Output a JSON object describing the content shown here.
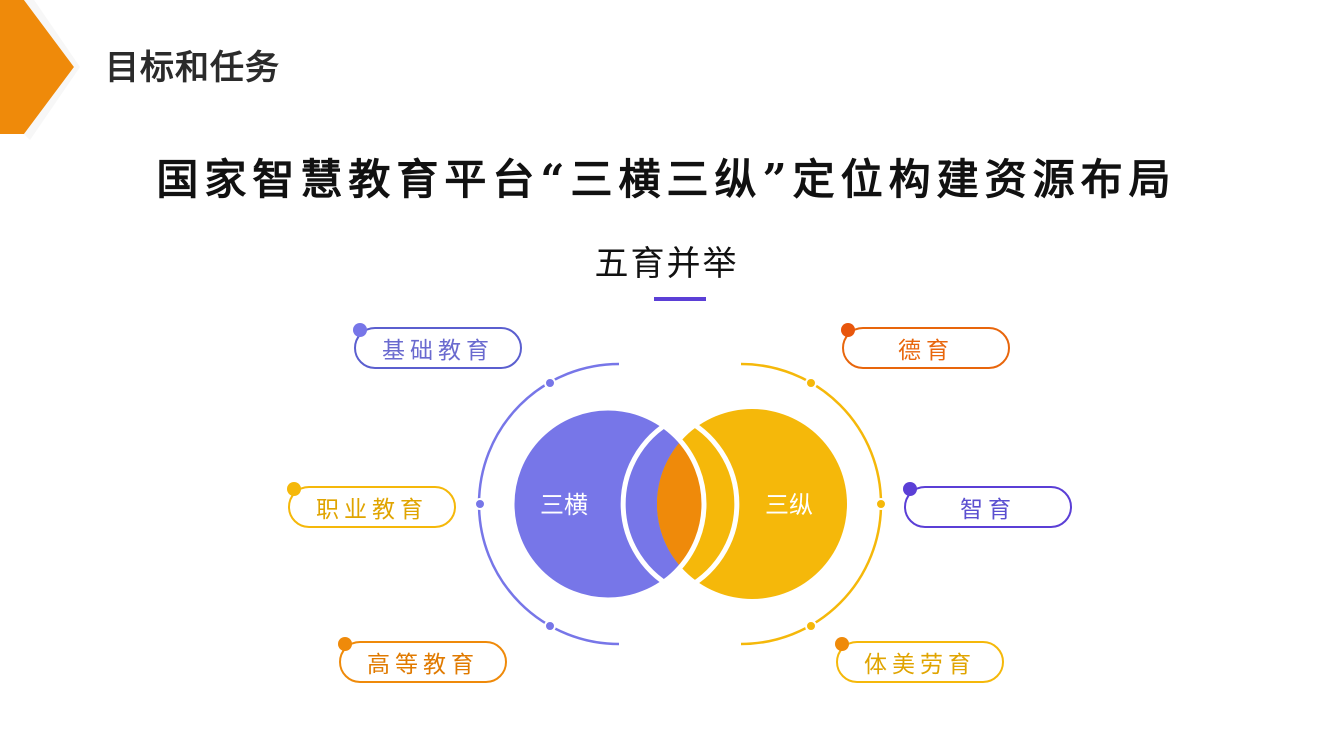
{
  "header": {
    "section_title": "目标和任务",
    "main_title": "国家智慧教育平台“三横三纵”定位构建资源布局",
    "subtitle": "五育并举"
  },
  "venn": {
    "left_label": "三横",
    "right_label": "三纵",
    "colors": {
      "left": "#7776E8",
      "right": "#F5B80A",
      "overlap": "#EF8A0A"
    }
  },
  "tags": {
    "basic_education": "基础教育",
    "vocational_education": "职业教育",
    "higher_education": "高等教育",
    "moral_education": "德育",
    "intellectual_education": "智育",
    "physical_aesthetic_labor": "体美劳育"
  },
  "colors": {
    "accent_orange": "#EF8A0A",
    "accent_purple": "#5B3FD6",
    "tag_blue": "#5B5FCF",
    "tag_yellow": "#F0A500",
    "tag_orange": "#E8660C"
  }
}
